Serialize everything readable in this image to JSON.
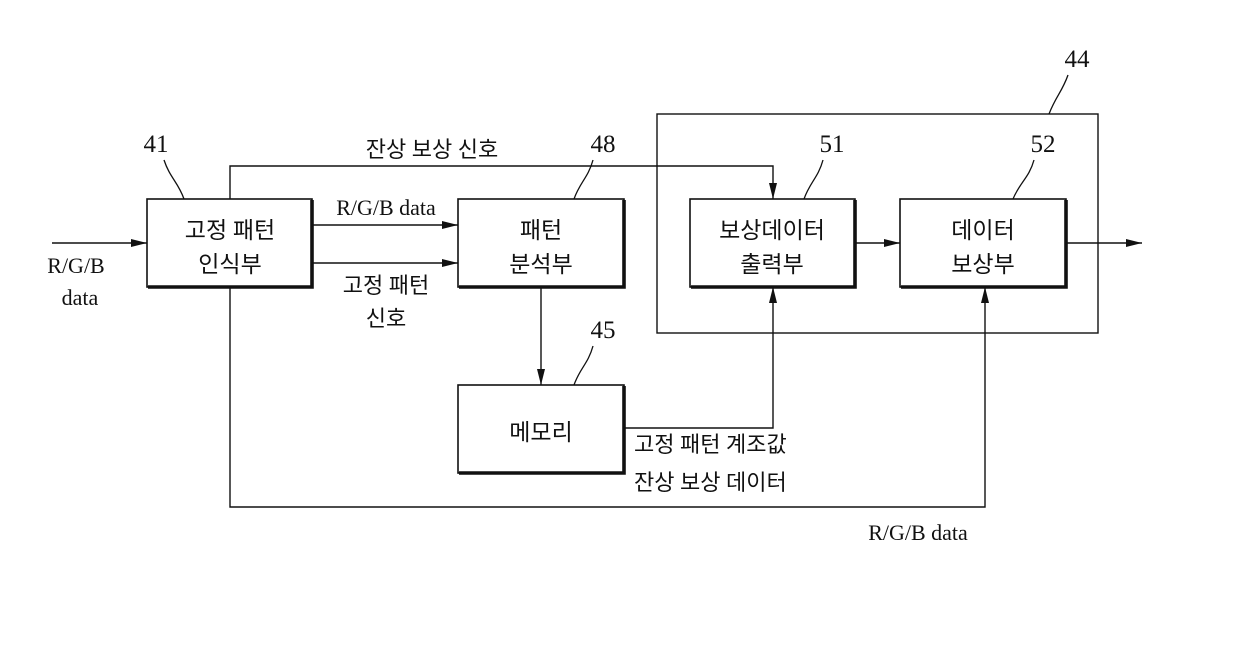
{
  "blocks": {
    "fixed_pattern_recognizer": {
      "ref": "41",
      "lines": [
        "고정 패턴",
        "인식부"
      ]
    },
    "pattern_analyzer": {
      "ref": "48",
      "lines": [
        "패턴",
        "분석부"
      ]
    },
    "memory": {
      "ref": "45",
      "lines": [
        "메모리"
      ]
    },
    "compensation_data_output": {
      "ref": "51",
      "lines": [
        "보상데이터",
        "출력부"
      ]
    },
    "data_compensator": {
      "ref": "52",
      "lines": [
        "데이터",
        "보상부"
      ]
    },
    "compensation_unit": {
      "ref": "44"
    }
  },
  "signals": {
    "input": [
      "R/G/B",
      "data"
    ],
    "afterimage_compensation_signal": "잔상 보상 신호",
    "rgb_to_analyzer": "R/G/B data",
    "fixed_pattern_signal": [
      "고정 패턴",
      "신호"
    ],
    "memory_output": [
      "고정 패턴 계조값",
      "잔상 보상 데이터"
    ],
    "rgb_bypass": "R/G/B data"
  }
}
